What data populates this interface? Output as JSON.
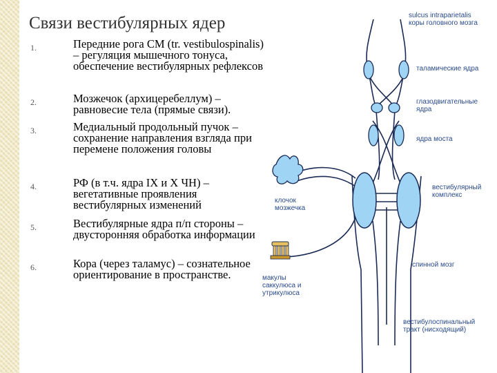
{
  "title": "Связи вестибулярных ядер",
  "list": [
    {
      "num": "1.",
      "text": "Передние рога СМ (tr. vestibulospinalis) – регуляция мышечного тонуса, обеспечение вестибулярных рефлексов"
    },
    {
      "num": "2.",
      "text": "Мозжечок (архицеребеллум) – равновесие тела (прямые связи)."
    },
    {
      "num": "3.",
      "text": "Медиальный продольный пучок – сохранение направления взгляда при перемене положения головы"
    },
    {
      "num": "4.",
      "text": "РФ (в т.ч. ядра IX и X ЧН) – вегетативные проявления вестибулярных изменений"
    },
    {
      "num": "5.",
      "text": "Вестибулярные ядра п/п стороны – двусторонняя обработка информации"
    },
    {
      "num": "6.",
      "text": "Кора (через таламус) – сознательное ориентирование в пространстве."
    }
  ],
  "diagram": {
    "labels": {
      "sulcus_1": "sulcus intraparietalis",
      "sulcus_2": "коры головного мозга",
      "thalamic": "таламические ядра",
      "oculomotor_1": "глазодвигательные",
      "oculomotor_2": "ядра",
      "pons": "ядра моста",
      "vest_complex_1": "вестибулярный",
      "vest_complex_2": "комплекс",
      "flocculus_1": "клочок",
      "flocculus_2": "мозжечка",
      "spinal_cord": "спинной мозг",
      "maculae_1": "макулы",
      "maculae_2": "саккулюса и",
      "maculae_3": "утрикулюса",
      "tract_1": "вестибулоспинальный",
      "tract_2": "тракт (нисходящий)"
    },
    "colors": {
      "nucleus_fill": "#9fd4f4",
      "line": "#1a2a55",
      "label": "#2a4a8a",
      "receptor": "#e8c060"
    }
  }
}
